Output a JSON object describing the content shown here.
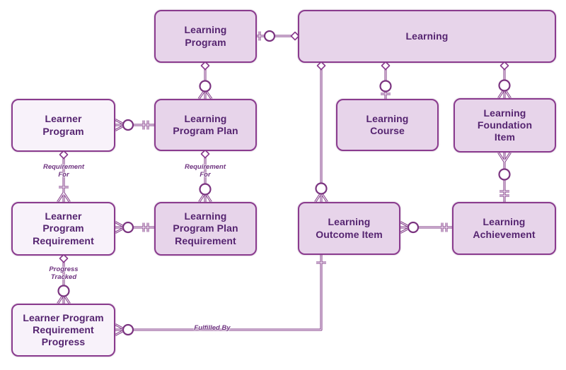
{
  "colors": {
    "connector": "#7b3480",
    "connector_core": "#f3e7f5",
    "node_border": "#8a3b8e",
    "node_fill_dark": "#e7d4ea",
    "node_fill_light": "#f8f2fa",
    "node_text": "#552470",
    "label_text": "#6f3480",
    "marker_fill": "#ffffff"
  },
  "entities": [
    {
      "id": "learning-program",
      "label": "Learning\nProgram",
      "variant": "dark"
    },
    {
      "id": "learning",
      "label": "Learning",
      "variant": "dark"
    },
    {
      "id": "learner-program",
      "label": "Learner\nProgram",
      "variant": "light"
    },
    {
      "id": "learning-program-plan",
      "label": "Learning\nProgram Plan",
      "variant": "dark"
    },
    {
      "id": "learning-course",
      "label": "Learning\nCourse",
      "variant": "dark"
    },
    {
      "id": "learning-foundation-item",
      "label": "Learning\nFoundation\nItem",
      "variant": "dark"
    },
    {
      "id": "learner-program-requirement",
      "label": "Learner\nProgram\nRequirement",
      "variant": "light"
    },
    {
      "id": "learning-program-plan-requirement",
      "label": "Learning\nProgram Plan\nRequirement",
      "variant": "dark"
    },
    {
      "id": "learning-outcome-item",
      "label": "Learning\nOutcome Item",
      "variant": "dark"
    },
    {
      "id": "learning-achievement",
      "label": "Learning\nAchievement",
      "variant": "dark"
    },
    {
      "id": "learner-program-requirement-progress",
      "label": "Learner Program\nRequirement\nProgress",
      "variant": "light"
    }
  ],
  "relationship_labels": [
    {
      "id": "requirement-for-left",
      "text": "Requirement\nFor"
    },
    {
      "id": "requirement-for-right",
      "text": "Requirement\nFor"
    },
    {
      "id": "progress-tracked",
      "text": "Progress\nTracked"
    },
    {
      "id": "fulfilled-by",
      "text": "Fulfilled By"
    }
  ],
  "relationships": [
    {
      "from": "learning-program",
      "to": "learning",
      "from_marker": "tick-circle",
      "to_marker": "diamond"
    },
    {
      "from": "learning-program",
      "to": "learning-program-plan",
      "from_marker": "diamond",
      "to_marker": "circle-crowfoot"
    },
    {
      "from": "learner-program",
      "to": "learning-program-plan",
      "from_marker": "crowfoot-circle",
      "to_marker": "double-tick"
    },
    {
      "from": "learner-program",
      "to": "learner-program-requirement",
      "from_marker": "diamond",
      "to_marker": "tick-crowfoot",
      "label": "Requirement For"
    },
    {
      "from": "learning-program-plan",
      "to": "learning-program-plan-requirement",
      "from_marker": "diamond",
      "to_marker": "circle-crowfoot",
      "label": "Requirement For"
    },
    {
      "from": "learner-program-requirement",
      "to": "learning-program-plan-requirement",
      "from_marker": "crowfoot-circle",
      "to_marker": "double-tick"
    },
    {
      "from": "learner-program-requirement",
      "to": "learner-program-requirement-progress",
      "from_marker": "diamond",
      "to_marker": "circle-crowfoot",
      "label": "Progress Tracked"
    },
    {
      "from": "learner-program-requirement-progress",
      "to": "learning-outcome-item",
      "from_marker": "crowfoot-circle",
      "to_marker": "tick",
      "label": "Fulfilled By"
    },
    {
      "from": "learning",
      "to": "learning-outcome-item",
      "from_marker": "diamond",
      "to_marker": "circle-crowfoot"
    },
    {
      "from": "learning",
      "to": "learning-course",
      "from_marker": "diamond",
      "to_marker": "circle-tick"
    },
    {
      "from": "learning",
      "to": "learning-foundation-item",
      "from_marker": "diamond",
      "to_marker": "circle-crowfoot"
    },
    {
      "from": "learning-foundation-item",
      "to": "learning-achievement",
      "from_marker": "crowfoot-circle",
      "to_marker": "double-tick"
    },
    {
      "from": "learning-outcome-item",
      "to": "learning-achievement",
      "from_marker": "crowfoot-circle",
      "to_marker": "double-tick"
    }
  ]
}
